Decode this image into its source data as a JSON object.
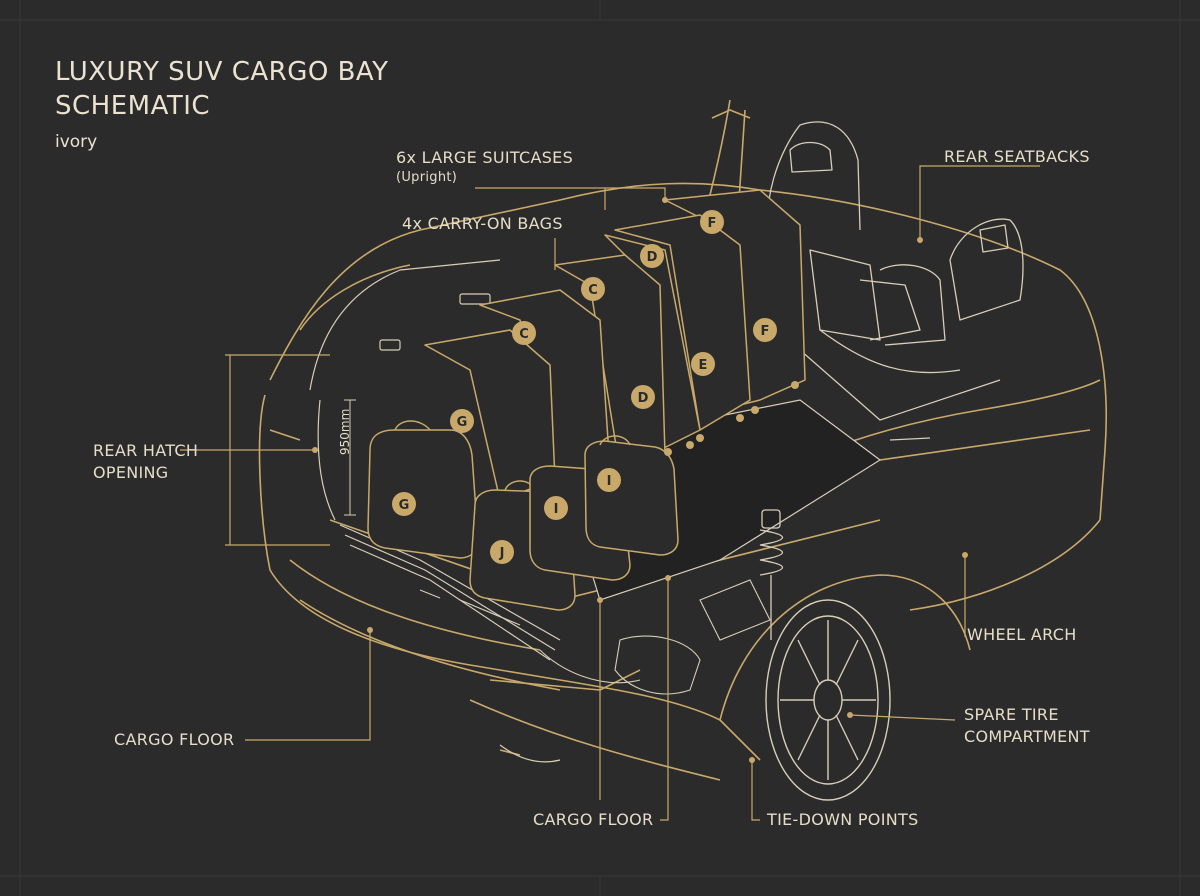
{
  "title": {
    "line1": "LUXURY SUV CARGO BAY",
    "line2": "SCHEMATIC"
  },
  "subtitle": "ivory",
  "labels": {
    "suitcases": "6x LARGE SUITCASES",
    "suitcases_sub": "(Upright)",
    "carryon": "4x CARRY-ON BAGS",
    "seatbacks": "REAR SEATBACKS",
    "hatch_line1": "REAR HATCH",
    "hatch_line2": "OPENING",
    "cargo_floor_left": "CARGO FLOOR",
    "cargo_floor_bottom": "CARGO FLOOR",
    "tie_down": "TIE-DOWN POINTS",
    "wheel_arch": "WHEEL ARCH",
    "spare_line1": "SPARE TIRE",
    "spare_line2": "COMPARTMENT"
  },
  "dimension": "950mm",
  "bag_letters": {
    "F1": "F",
    "F2": "F",
    "D1": "D",
    "D2": "D",
    "E": "E",
    "C1": "C",
    "C2": "C",
    "G1": "G",
    "G2": "G",
    "I1": "I",
    "I2": "I",
    "J": "J"
  },
  "colors": {
    "background": "#2b2b2b",
    "gold": "#c9a96a",
    "line": "#d8cdb6",
    "text": "#e6dcc8",
    "badge": "#c9a96a"
  }
}
